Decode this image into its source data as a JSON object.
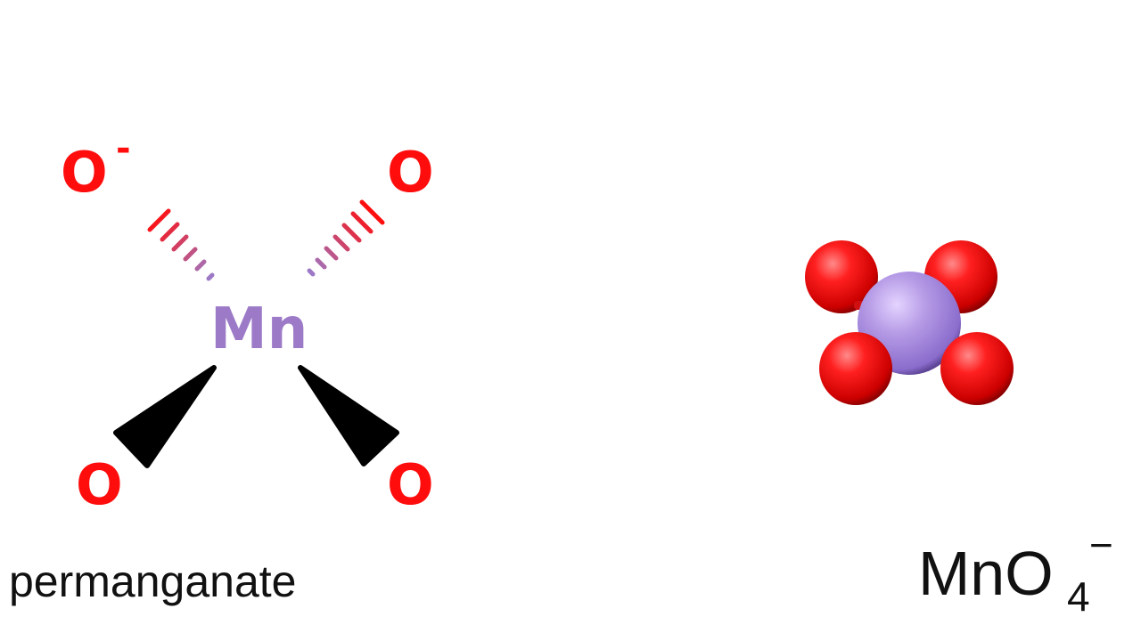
{
  "structure": {
    "central_atom": "Mn",
    "oxygen_top_left": "O",
    "oxygen_top_left_charge": "-",
    "oxygen_top_right": "O",
    "oxygen_bottom_left": "O",
    "oxygen_bottom_right": "O",
    "caption": "permanganate"
  },
  "model": {
    "formula_main": "MnO",
    "formula_subscript": "4",
    "formula_charge": "−"
  },
  "colors": {
    "oxygen": "#ff0d0d",
    "manganese": "#9c7ac7",
    "wedge": "#000000",
    "text": "#111111"
  }
}
